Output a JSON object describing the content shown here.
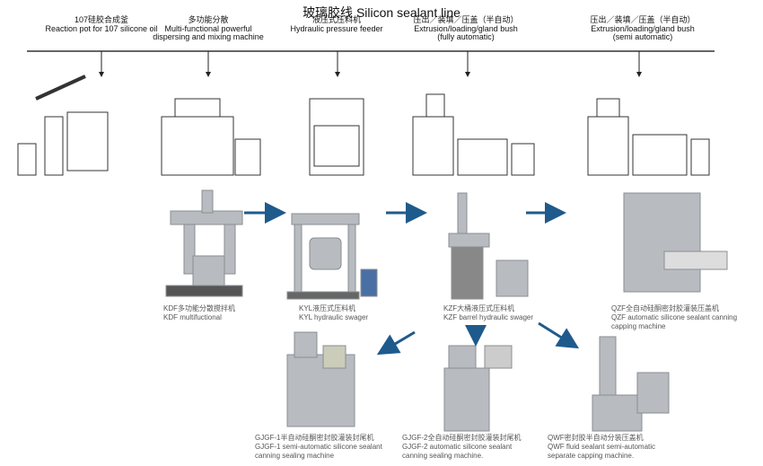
{
  "title": "玻璃胶线  Silicon sealant line",
  "stages": [
    {
      "zh": "107硅胶合成釜",
      "en": "Reaction pot for 107 silicone oil"
    },
    {
      "zh": "多功能分散",
      "en": "Multi-functional powerful dispersing and mixing machine"
    },
    {
      "zh": "液压式压料机",
      "en": "Hydraulic pressure feeder"
    },
    {
      "zh": "压出／装填／压盖（半自动）",
      "en": "Extrusion/loading/gland bush",
      "note": "(fully automatic)"
    },
    {
      "zh": "压出／装填／压盖（半自动）",
      "en": "Extrusion/loading/gland bush",
      "note": "(semi automatic)"
    }
  ],
  "machines": [
    {
      "zh": "KDF多功能分散搅拌机",
      "en": "KDF multifuctional"
    },
    {
      "zh": "KYL液压式压料机",
      "en": "KYL  hydraulic swager"
    },
    {
      "zh": "KZF大桶液压式压料机",
      "en": "KZF barrel hydraulic swager"
    },
    {
      "zh": "QZF全自动硅酮密封胶灌装压盖机",
      "en": "QZF automatic silicone sealant canning",
      "en2": "capping machine"
    },
    {
      "zh": "GJGF-1半自动硅酮密封胶灌装封尾机",
      "en": "GJGF-1 semi-automatic silicone sealant",
      "en2": "canning sealing machine"
    },
    {
      "zh": "GJGF-2全自动硅酮密封胶灌装封尾机",
      "en": "GJGF-2 automatic silicone sealant",
      "en2": "canning sealing machine."
    },
    {
      "zh": "QWF密封胶半自动分装压盖机",
      "en": "QWF fluid sealant semi-automatic",
      "en2": "separate capping machine."
    }
  ],
  "colors": {
    "arrow": "#1f5a8c",
    "line": "#333333",
    "metal": "#b8bcc0"
  }
}
